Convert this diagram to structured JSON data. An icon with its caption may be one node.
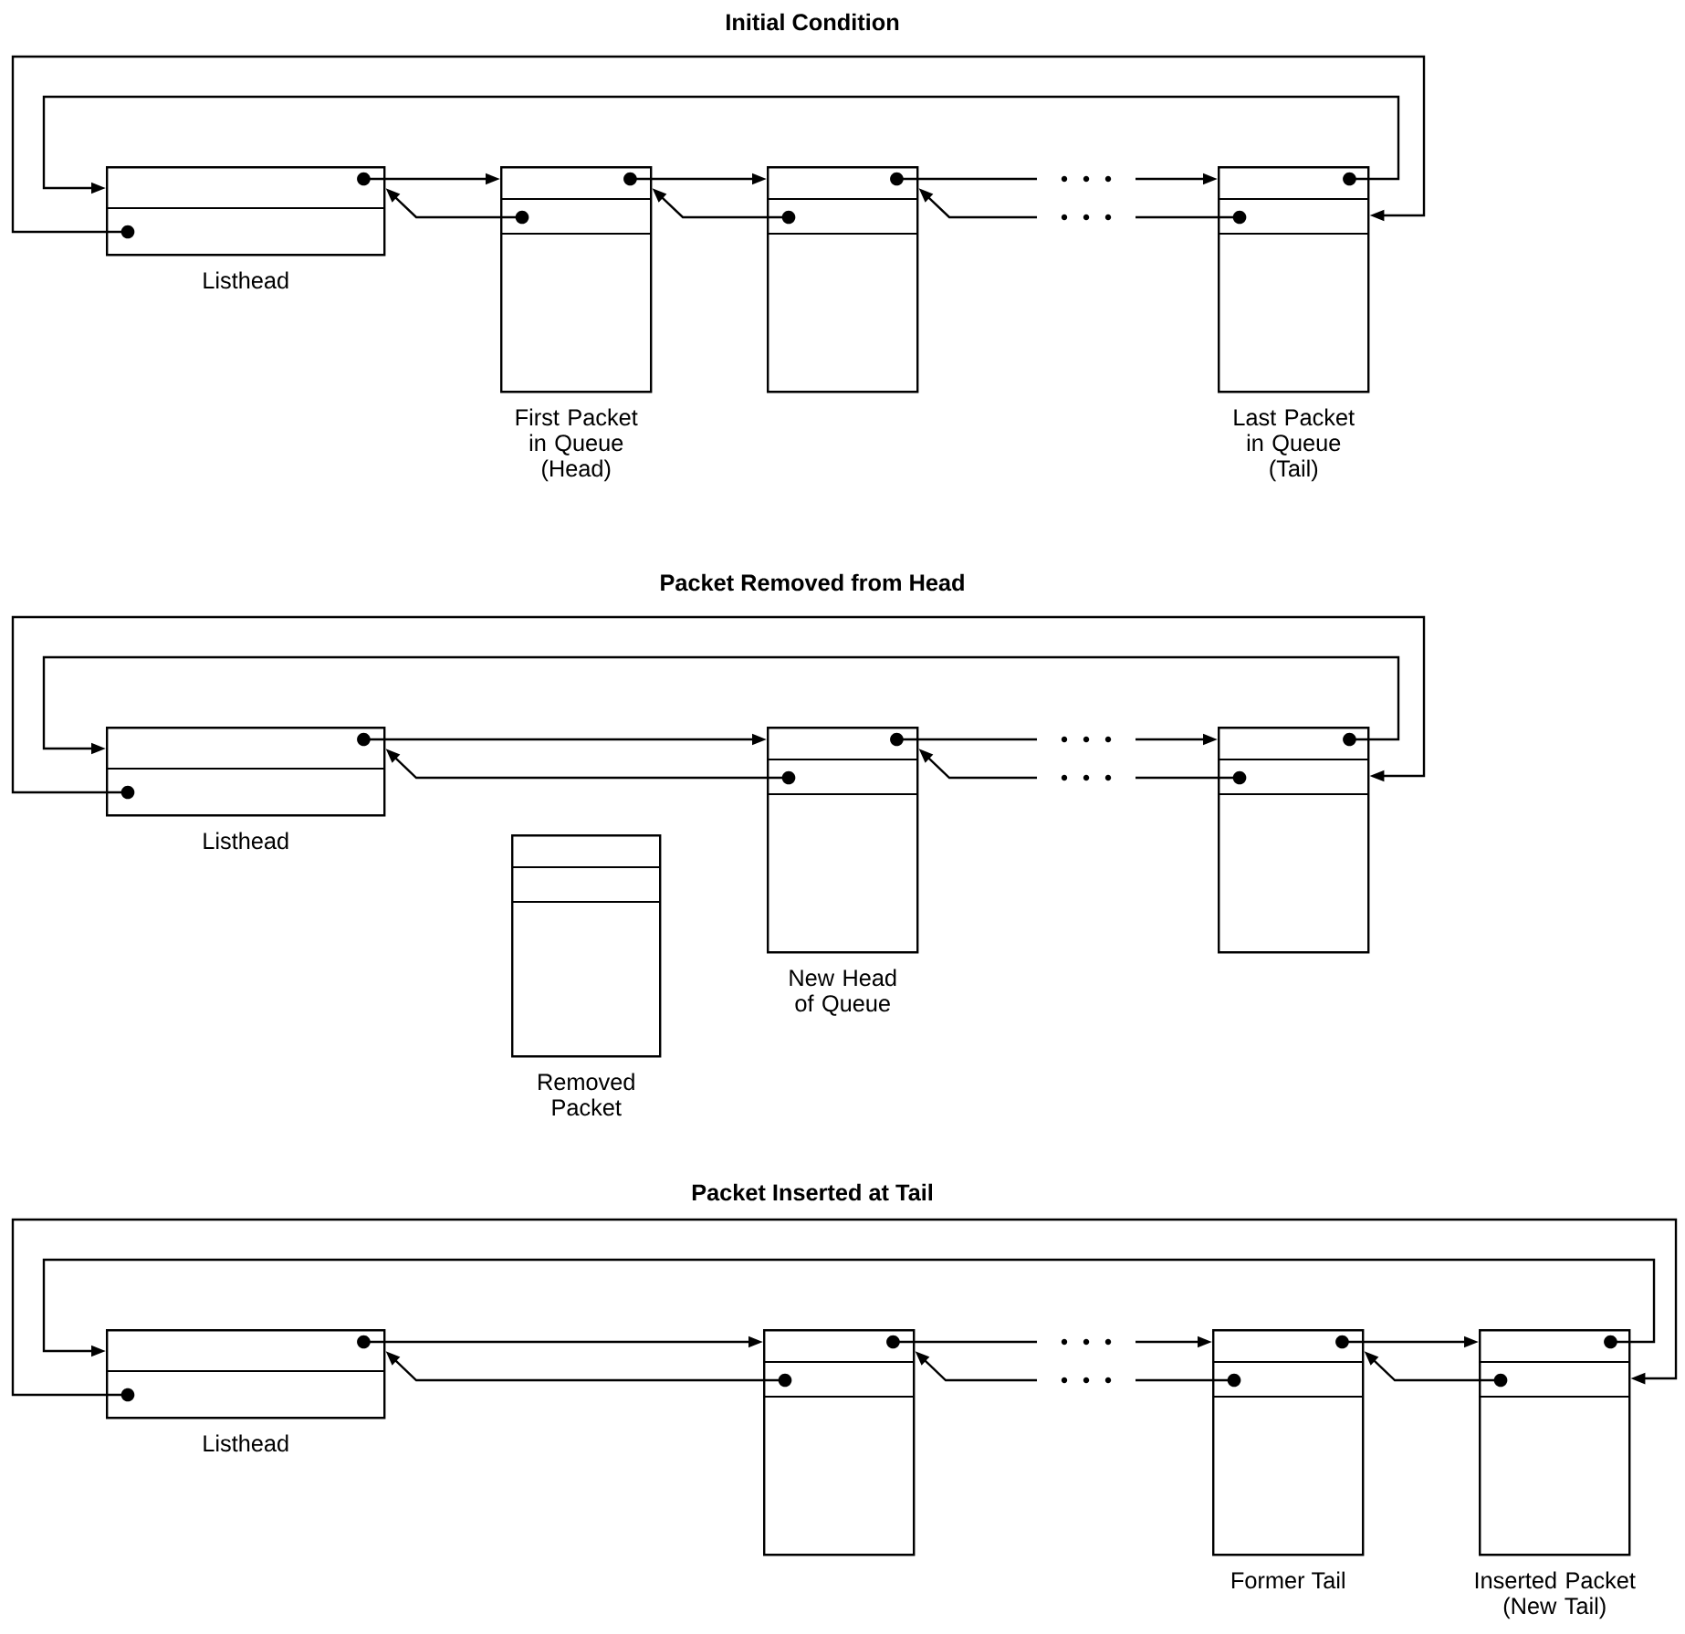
{
  "diagram": {
    "nodes": [
      {
        "text": [],
        "shape": "box",
        "beside": [
          "Listhead"
        ]
      },
      {
        "text": [],
        "shape": "box",
        "beside": [
          "First Packet in Queue (Head)"
        ]
      },
      {
        "text": [],
        "shape": "box"
      },
      {
        "text": [],
        "shape": "box",
        "beside": [
          "Last Packet in Queue (Tail)"
        ]
      },
      {
        "text": [],
        "shape": "box",
        "beside": [
          "Listhead"
        ]
      },
      {
        "text": [],
        "shape": "box",
        "beside": [
          "Removed Packet"
        ]
      },
      {
        "text": [],
        "shape": "box",
        "beside": [
          "New Head of Queue"
        ]
      },
      {
        "text": [],
        "shape": "box"
      },
      {
        "text": [],
        "shape": "box",
        "beside": [
          "Listhead"
        ]
      },
      {
        "text": [],
        "shape": "box"
      },
      {
        "text": [],
        "shape": "box",
        "beside": [
          "Former Tail"
        ]
      },
      {
        "text": [],
        "shape": "box",
        "beside": [
          "Inserted Packet (New Tail)"
        ]
      }
    ],
    "edges": [
      {
        "from": 0,
        "to": 1,
        "arrow": "to"
      },
      {
        "from": 1,
        "to": 0,
        "arrow": "to"
      },
      {
        "from": 1,
        "to": 2,
        "arrow": "to"
      },
      {
        "from": 2,
        "to": 1,
        "arrow": "to"
      },
      {
        "from": 2,
        "to": 3,
        "arrow": "to"
      },
      {
        "from": 3,
        "to": 2,
        "arrow": "to"
      },
      {
        "from": 3,
        "to": 0,
        "arrow": "to"
      },
      {
        "from": 0,
        "to": 3,
        "arrow": "to"
      },
      {
        "from": 4,
        "to": 6,
        "arrow": "to"
      },
      {
        "from": 6,
        "to": 4,
        "arrow": "to"
      },
      {
        "from": 6,
        "to": 7,
        "arrow": "to"
      },
      {
        "from": 7,
        "to": 6,
        "arrow": "to"
      },
      {
        "from": 7,
        "to": 4,
        "arrow": "to"
      },
      {
        "from": 4,
        "to": 7,
        "arrow": "to"
      },
      {
        "from": 8,
        "to": 9,
        "arrow": "to"
      },
      {
        "from": 9,
        "to": 8,
        "arrow": "to"
      },
      {
        "from": 9,
        "to": 10,
        "arrow": "to"
      },
      {
        "from": 10,
        "to": 9,
        "arrow": "to"
      },
      {
        "from": 10,
        "to": 11,
        "arrow": "to"
      },
      {
        "from": 11,
        "to": 10,
        "arrow": "to"
      },
      {
        "from": 11,
        "to": 8,
        "arrow": "to"
      },
      {
        "from": 8,
        "to": 11,
        "arrow": "to"
      }
    ],
    "labels": [
      "Initial Condition",
      "Packet Removed from Head",
      "Packet Inserted at Tail"
    ]
  }
}
